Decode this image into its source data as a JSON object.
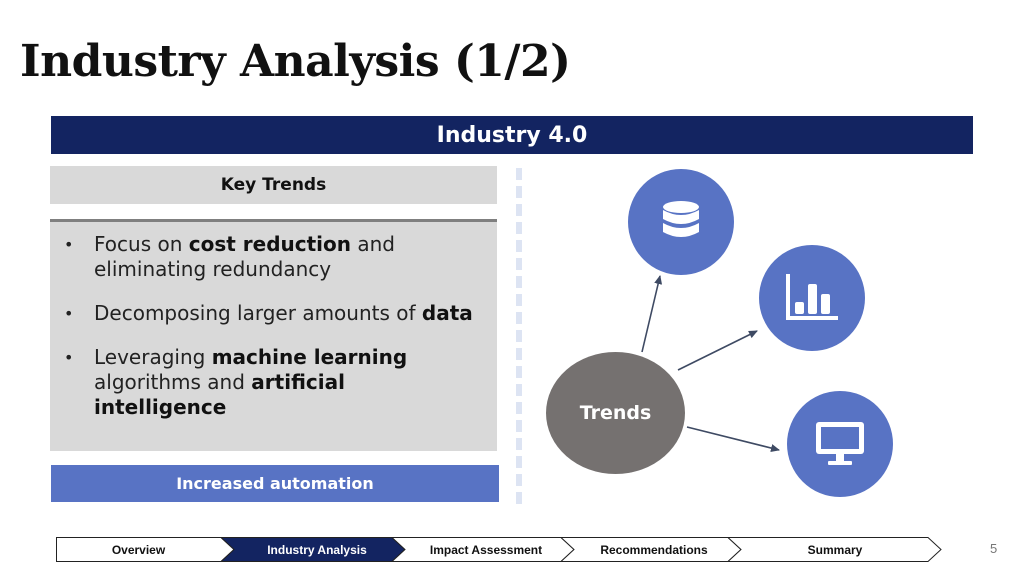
{
  "slide": {
    "title": "Industry Analysis (1/2)",
    "banner": "Industry 4.0",
    "page_number": "5"
  },
  "key_trends": {
    "header": "Key Trends",
    "bullets": [
      {
        "pre": "Focus on ",
        "bold": "cost reduction",
        "post": " and eliminating redundancy"
      },
      {
        "pre": "Decomposing larger amounts of ",
        "bold": "data",
        "post": ""
      },
      {
        "pre": "Leveraging ",
        "bold": "machine learning",
        "mid": " algorithms and ",
        "bold2": "artificial intelligence"
      }
    ],
    "bullet_glyph": "•",
    "footer": "Increased automation"
  },
  "diagram": {
    "center_label": "Trends",
    "nodes": [
      {
        "icon": "database-icon"
      },
      {
        "icon": "bar-chart-icon"
      },
      {
        "icon": "monitor-icon"
      }
    ]
  },
  "nav": {
    "items": [
      {
        "label": "Overview",
        "active": false
      },
      {
        "label": "Industry Analysis",
        "active": true
      },
      {
        "label": "Impact Assessment",
        "active": false
      },
      {
        "label": "Recommendations",
        "active": false
      },
      {
        "label": "Summary",
        "active": false
      }
    ]
  },
  "colors": {
    "navy": "#132461",
    "accent_blue": "#5873c4",
    "panel_gray": "#d9d9d9",
    "trends_gray": "#757170"
  }
}
